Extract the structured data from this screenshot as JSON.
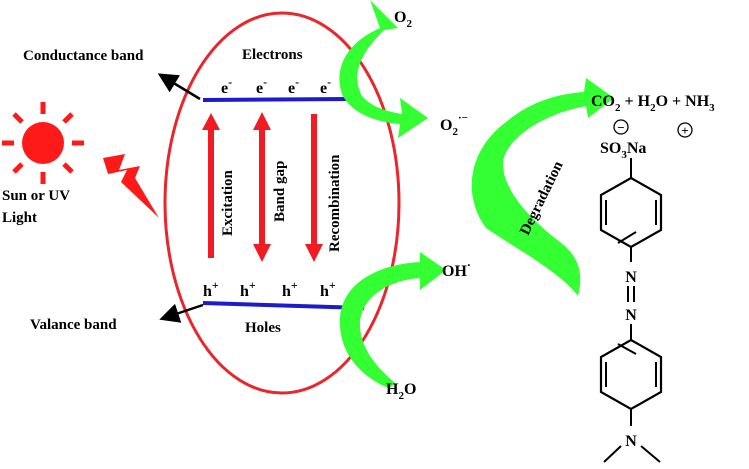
{
  "labels": {
    "conductance_band": "Conductance band",
    "valance_band": "Valance band",
    "electrons": "Electrons",
    "holes": "Holes",
    "light_source_line1": "Sun or UV",
    "light_source_line2": "Light",
    "excitation": "Excitation",
    "band_gap": "Band gap",
    "recombination": "Recombination",
    "degradation": "Degradation"
  },
  "carriers": {
    "electrons": [
      "e",
      "e",
      "e",
      "e"
    ],
    "electron_charge": "-",
    "holes": [
      "h",
      "h",
      "h",
      "h"
    ],
    "hole_charge": "+"
  },
  "species": {
    "o2": {
      "base": "O",
      "sub": "2"
    },
    "superoxide": {
      "base": "O",
      "sub": "2",
      "sup": "·−"
    },
    "hydroxyl": {
      "base": "OH",
      "sup": "·"
    },
    "water": {
      "base": "H",
      "sub": "2",
      "tail": "O"
    }
  },
  "products": {
    "co2": {
      "base": "CO",
      "sub": "2"
    },
    "plus1": " + ",
    "h2o": {
      "base": "H",
      "sub": "2",
      "tail": "O"
    },
    "plus2": " + ",
    "nh3": {
      "base": "NH",
      "sub": "3"
    }
  },
  "dye": {
    "so3_base": "SO",
    "so3_sub": "3",
    "na": "Na",
    "minus": "−",
    "plus": "+",
    "n_upper": "N",
    "n_lower": "N",
    "n_amine": "N"
  },
  "colors": {
    "ellipse": "#e8262b",
    "band": "#1c1cc9",
    "process_arrow": "#ef1c24",
    "flow_arrow": "#33ff33",
    "sun": "#ff1a1a",
    "text": "#000000"
  }
}
